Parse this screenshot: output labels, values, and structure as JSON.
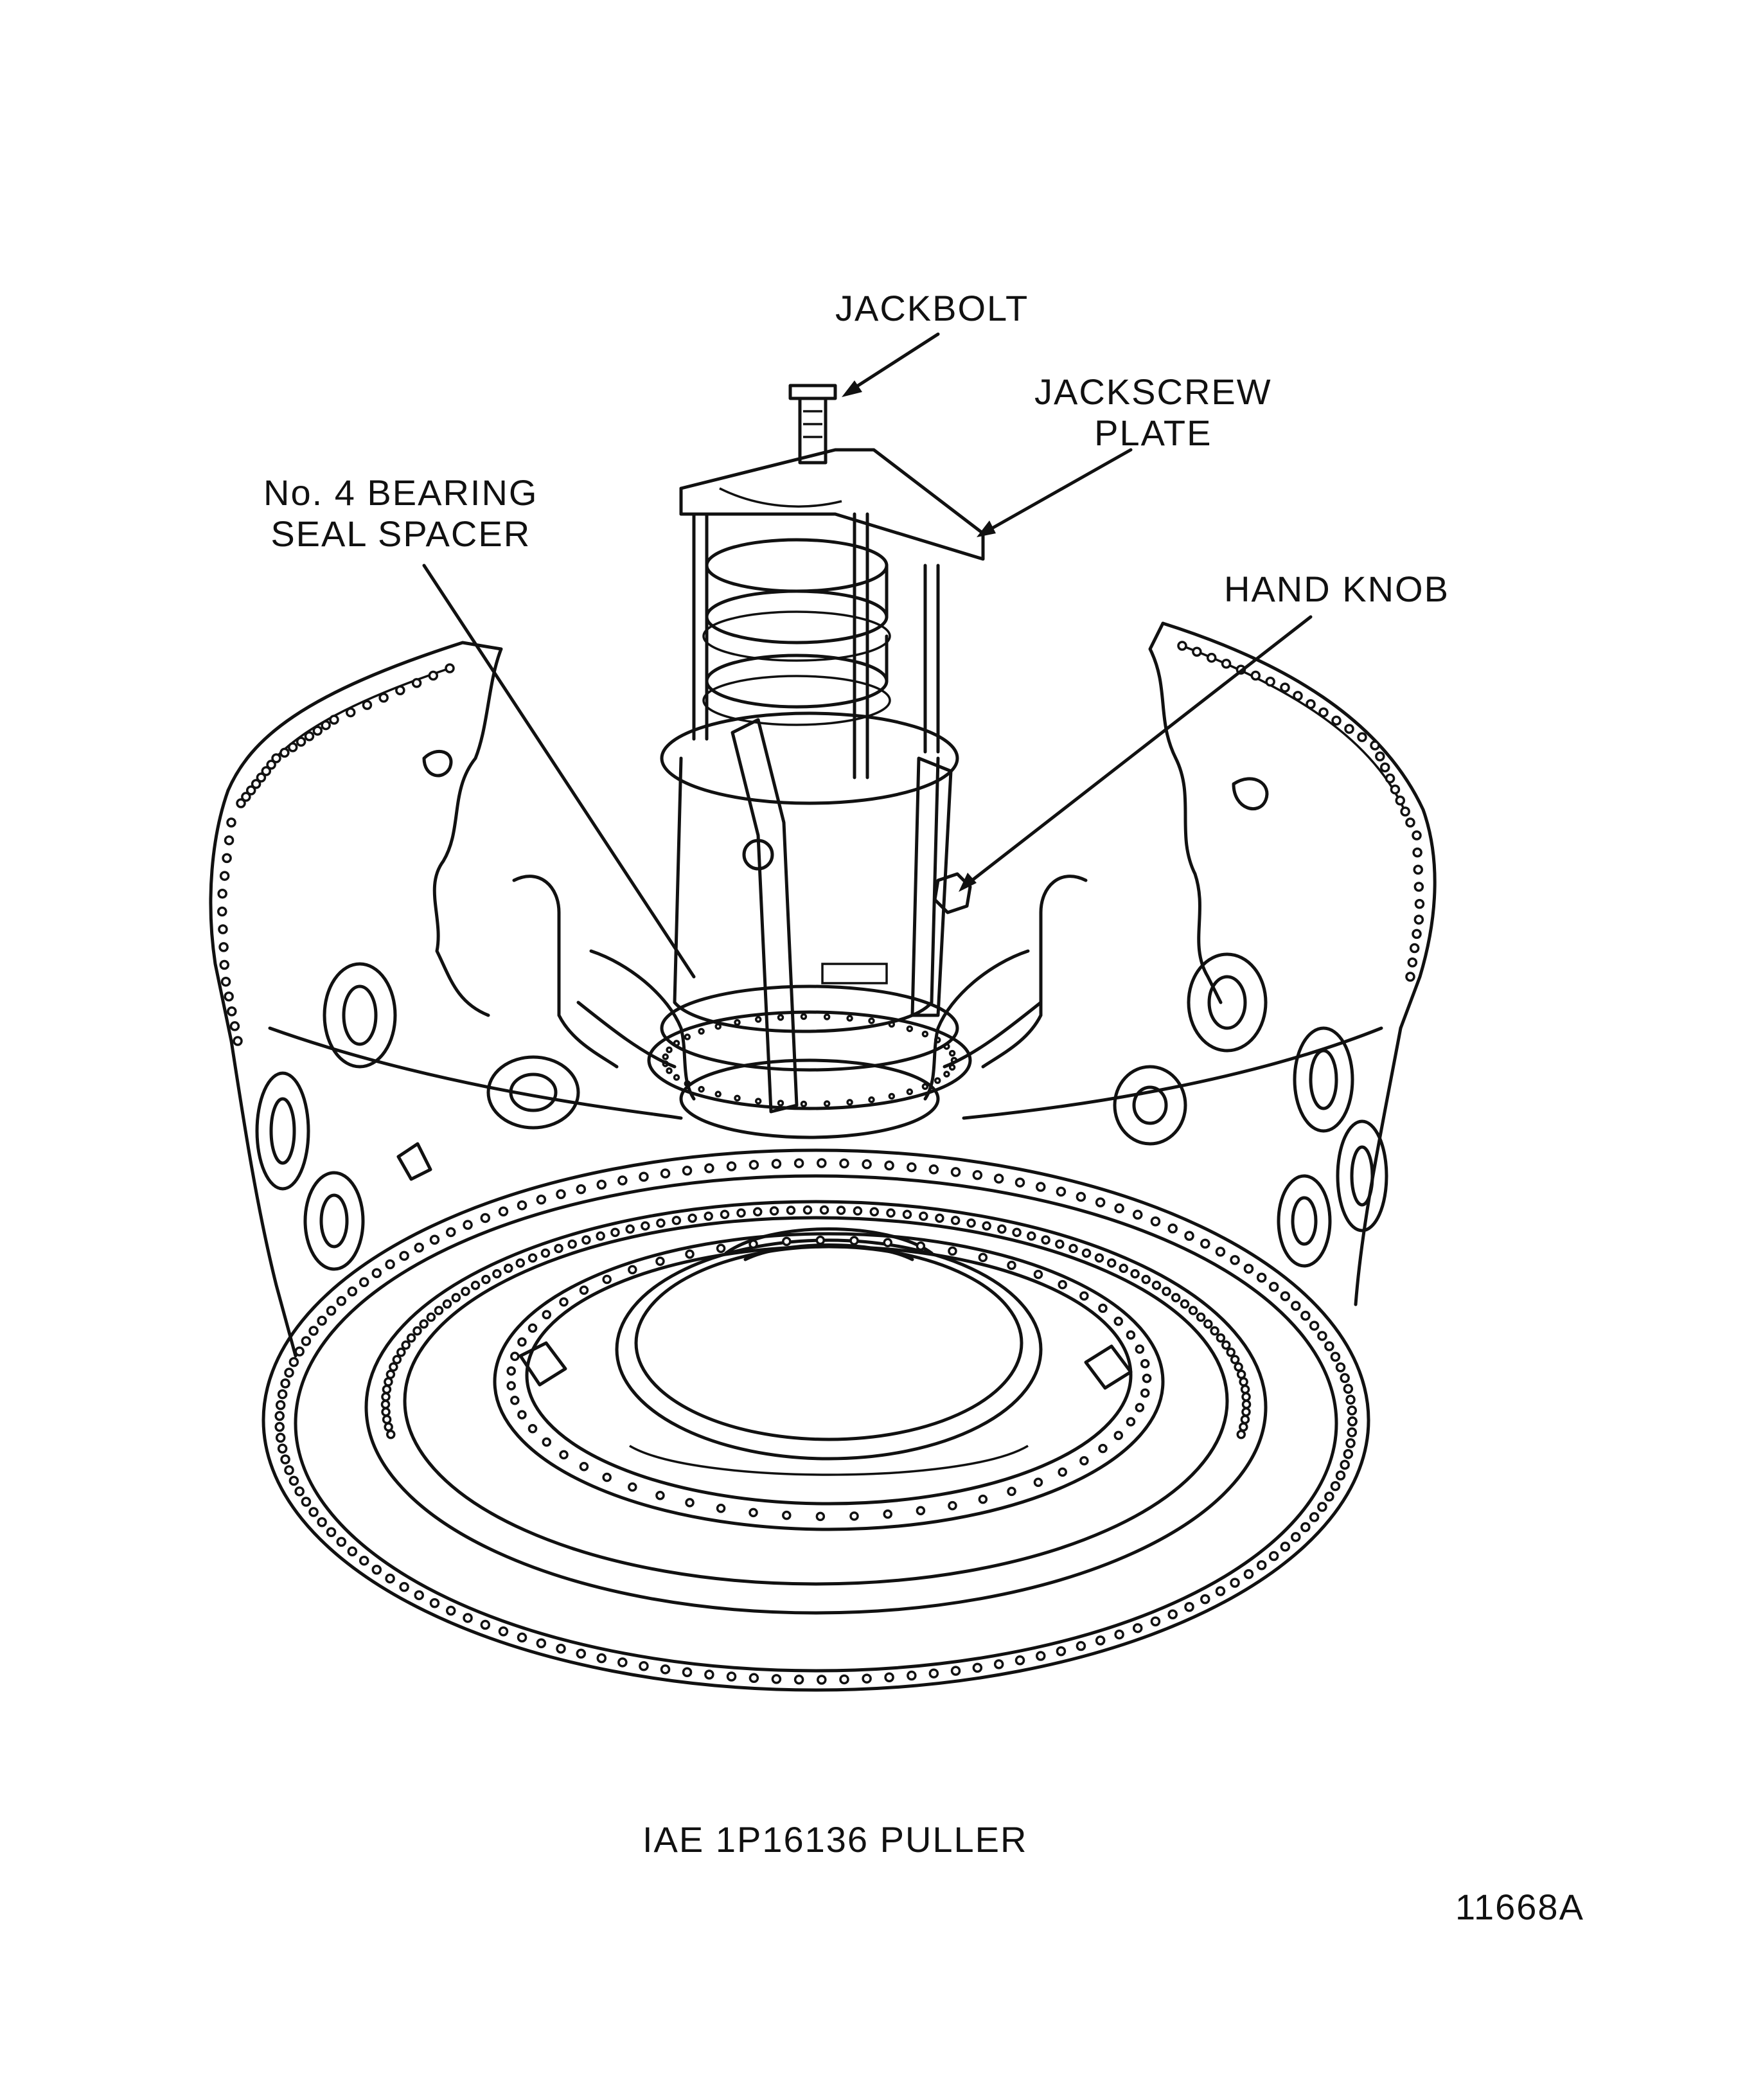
{
  "labels": {
    "jackbolt": "JACKBOLT",
    "jackscrew_plate": "JACKSCREW\nPLATE",
    "seal_spacer": "No. 4 BEARING\nSEAL SPACER",
    "hand_knob": "HAND KNOB"
  },
  "caption": "IAE 1P16136 PULLER",
  "figure_number": "11668A"
}
